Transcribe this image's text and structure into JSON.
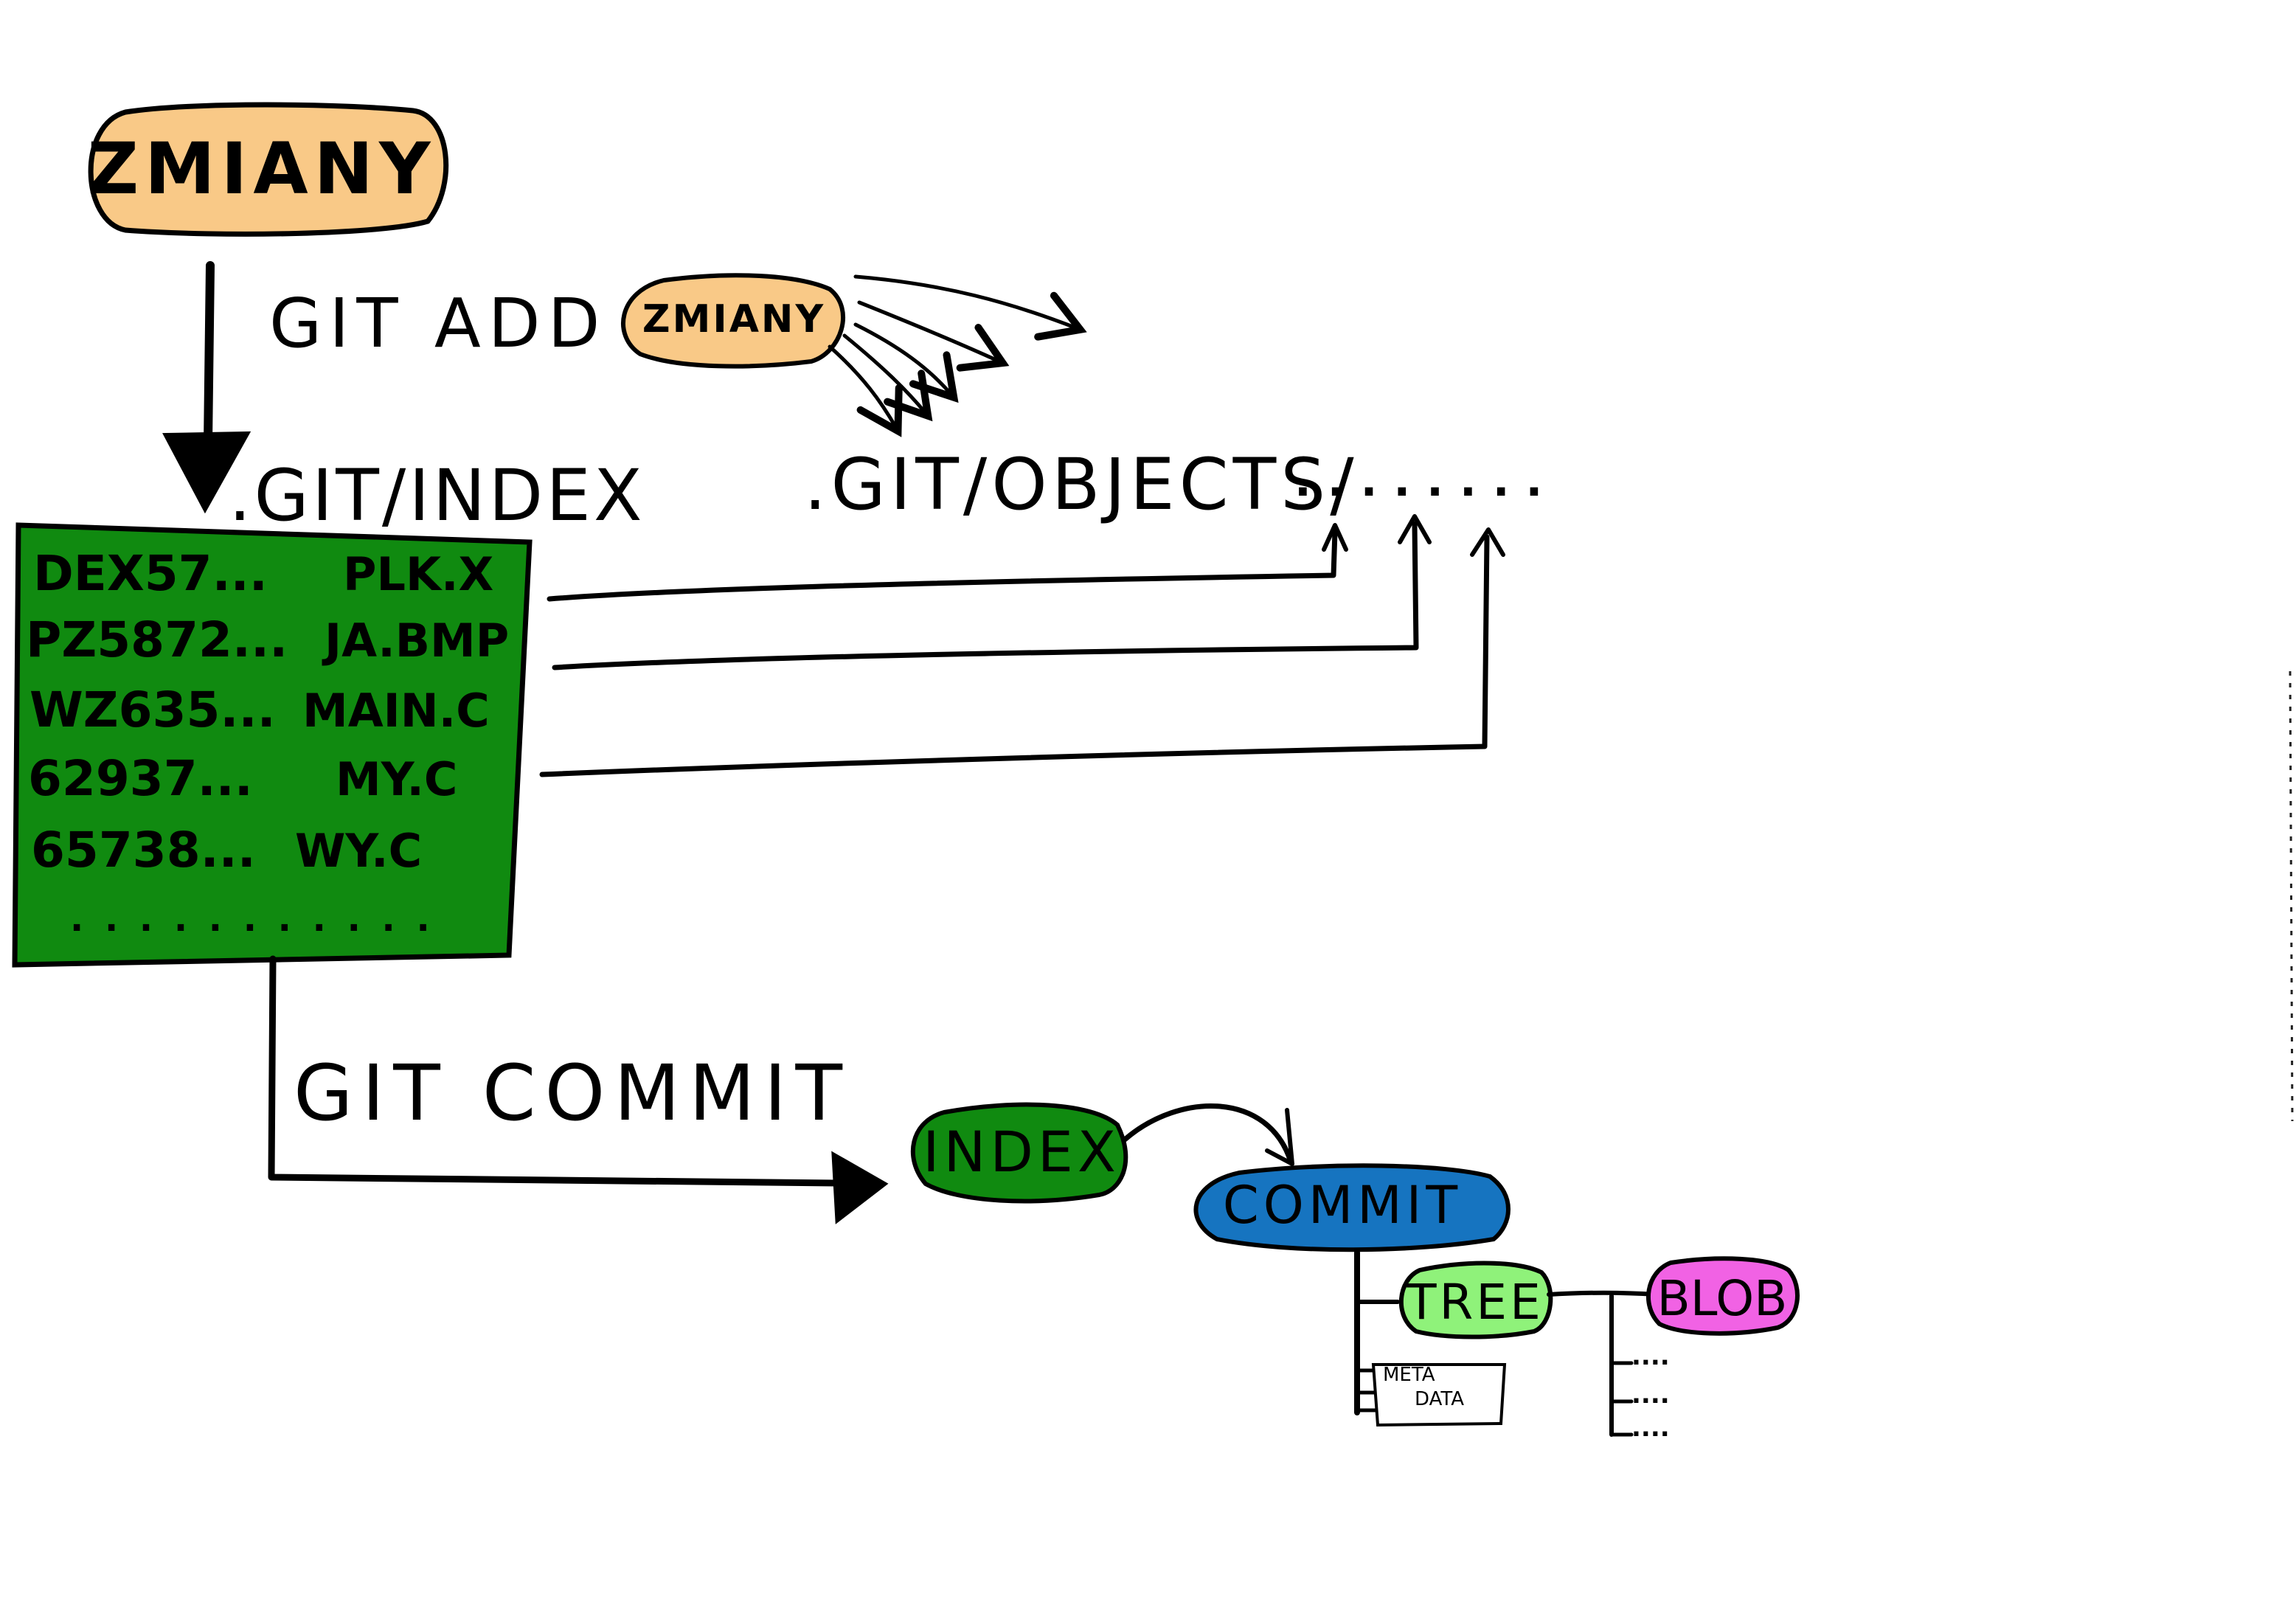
{
  "colors": {
    "zmiany_fill": "#f9c987",
    "index_fill": "#108a10",
    "commit_fill": "#1674c0",
    "tree_fill": "#8ff27a",
    "blob_fill": "#f162e4",
    "ink": "#000000"
  },
  "zmiany_label": "ZMIANY",
  "git_add_label": "GIT ADD",
  "zmiany_small_label": "ZMIANY",
  "git_index_path": ".GIT/INDEX",
  "git_objects_path": ".GIT/OBJECTS/",
  "objects_dots": "........",
  "index_entries": [
    {
      "hash": "DEX57...",
      "file": "PLK.X"
    },
    {
      "hash": "PZ5872...",
      "file": "JA.BMP"
    },
    {
      "hash": "WZ635...",
      "file": "MAIN.C"
    },
    {
      "hash": "62937...",
      "file": "MY.C"
    },
    {
      "hash": "65738...",
      "file": "WY.C"
    }
  ],
  "index_more": ". . . . . . . . . . .",
  "git_commit_label": "GIT COMMIT",
  "index_node_label": "INDEX",
  "commit_node_label": "COMMIT",
  "tree_node_label": "TREE",
  "blob_node_label": "BLOB",
  "meta_line1": "META",
  "meta_line2": "DATA",
  "tree_children": [
    "....",
    "....",
    "...."
  ]
}
